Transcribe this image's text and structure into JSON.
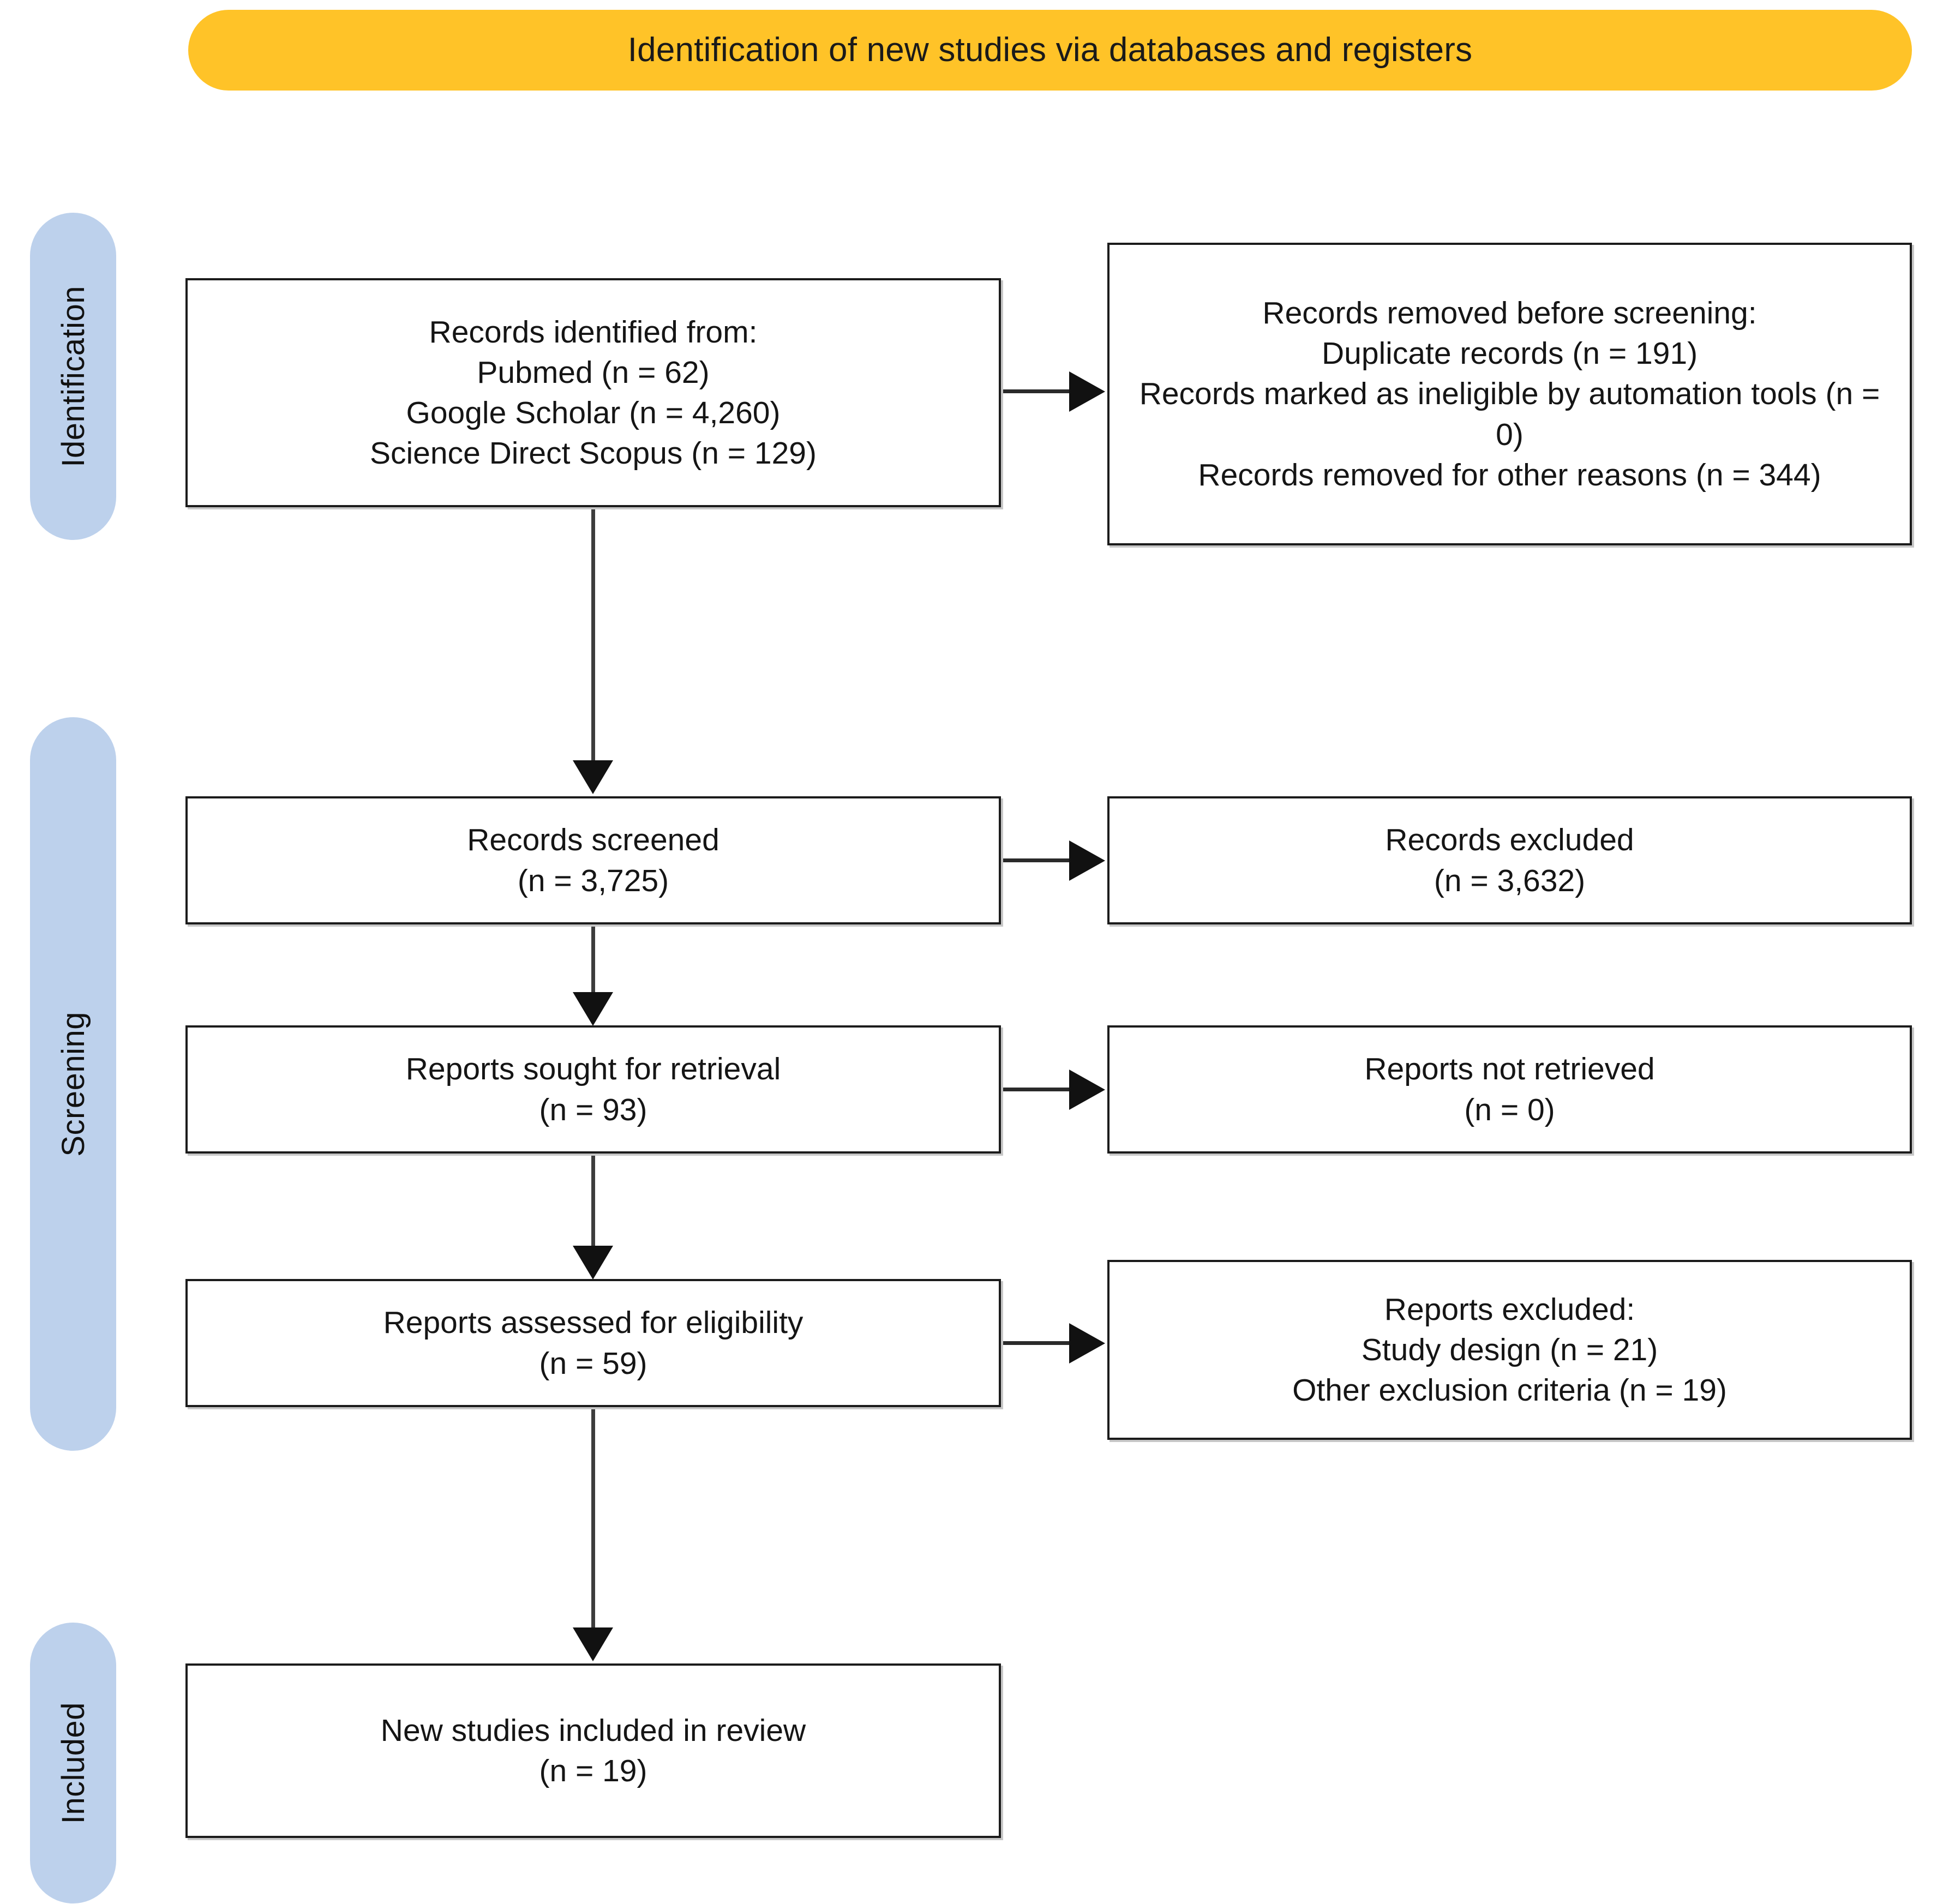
{
  "header": {
    "title": "Identification of new studies via databases and registers",
    "background_color": "#FFC328"
  },
  "stages": {
    "accent_color": "#BDD1EC",
    "items": [
      {
        "id": "identification",
        "label": "Identification"
      },
      {
        "id": "screening",
        "label": "Screening"
      },
      {
        "id": "included",
        "label": "Included"
      }
    ]
  },
  "boxes": {
    "identified": "Records identified from:\nPubmed (n = 62)\nGoogle Scholar (n = 4,260)\nScience Direct Scopus (n = 129)",
    "removed": "Records removed before screening:\nDuplicate records (n = 191)\nRecords marked as ineligible by automation tools (n = 0)\nRecords removed for other reasons (n = 344)",
    "screened": "Records screened\n(n = 3,725)",
    "excluded": "Records excluded\n(n = 3,632)",
    "sought": "Reports sought for retrieval\n(n = 93)",
    "not_retrieved": "Reports not retrieved\n(n = 0)",
    "assessed": "Reports assessed for eligibility\n(n = 59)",
    "reports_excluded": "Reports excluded:\nStudy design (n = 21)\nOther exclusion criteria (n = 19)",
    "included": "New studies included in review\n(n = 19)"
  },
  "counts": {
    "pubmed": 62,
    "google_scholar": 4260,
    "science_direct_scopus": 129,
    "duplicate_records": 191,
    "ineligible_by_automation_tools": 0,
    "removed_other_reasons": 344,
    "records_screened": 3725,
    "records_excluded": 3632,
    "reports_sought_for_retrieval": 93,
    "reports_not_retrieved": 0,
    "reports_assessed_for_eligibility": 59,
    "excluded_study_design": 21,
    "excluded_other_criteria": 19,
    "new_studies_included": 19
  }
}
